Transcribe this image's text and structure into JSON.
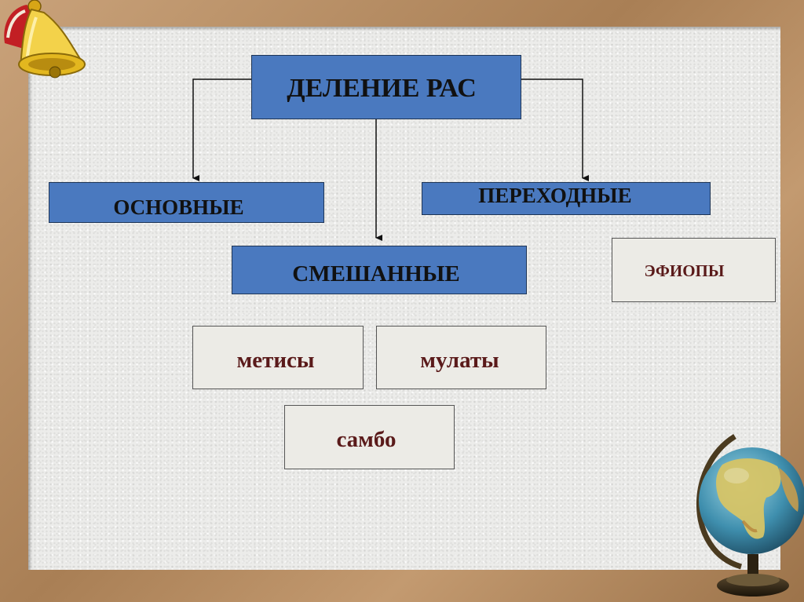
{
  "diagram": {
    "root": "ДЕЛЕНИЕ РАС",
    "categories": {
      "main": "ОСНОВНЫЕ",
      "transitional": "ПЕРЕХОДНЫЕ",
      "mixed": "СМЕШАННЫЕ"
    },
    "transitional_examples": [
      "ЭФИОПЫ"
    ],
    "mixed_examples": [
      "метисы",
      "мулаты",
      "самбо"
    ]
  },
  "colors": {
    "box_blue": "#4a79bf",
    "box_gray": "#ecebe6",
    "example_text": "#5a1a1a"
  },
  "decor": {
    "top_left": "bell-icon",
    "bottom_right": "globe-icon"
  }
}
